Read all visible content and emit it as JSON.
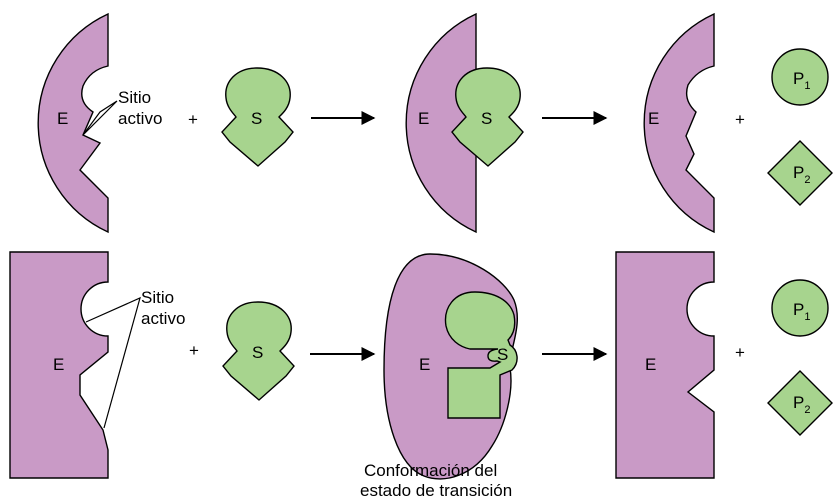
{
  "colors": {
    "enzyme": "#c99ac6",
    "substrate": "#a7d48e",
    "outline": "#000000",
    "background": "#ffffff"
  },
  "labels": {
    "enzyme": "E",
    "substrate": "S",
    "product1_letter": "P",
    "product1_sub": "1",
    "product2_letter": "P",
    "product2_sub": "2",
    "plus": "+",
    "active_site_line1": "Sitio",
    "active_site_line2": "activo",
    "transition_caption_line1": "Conformación del",
    "transition_caption_line2": "estado de transición"
  },
  "rows": [
    {
      "model": "lock-and-key"
    },
    {
      "model": "induced-fit"
    }
  ]
}
